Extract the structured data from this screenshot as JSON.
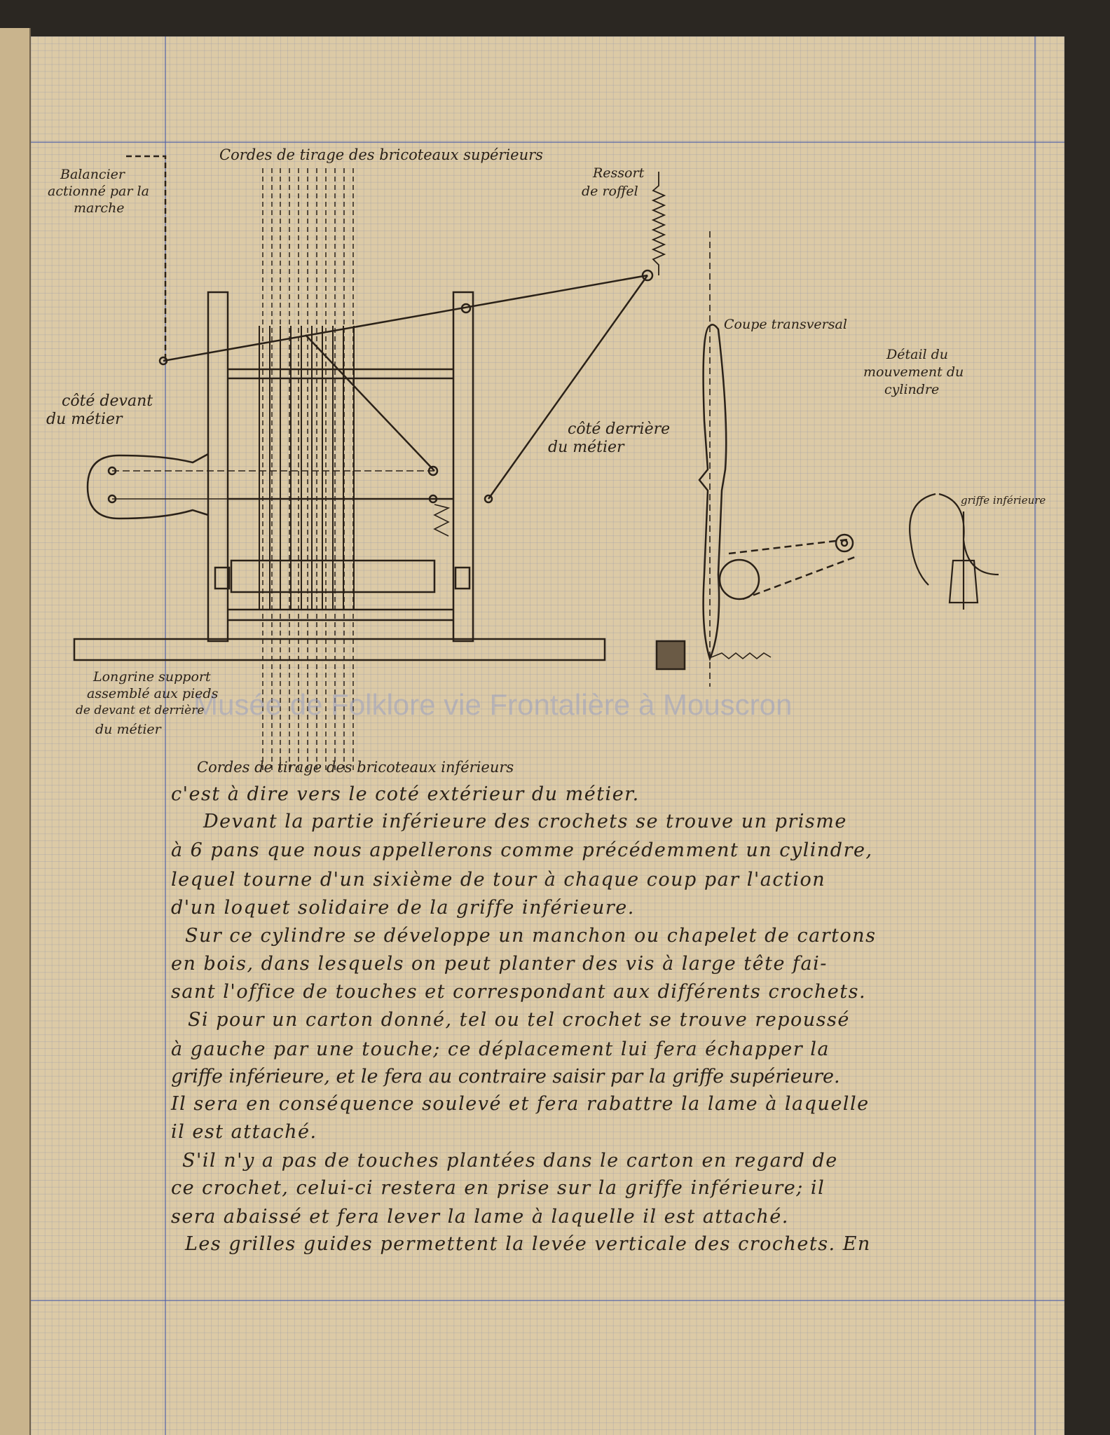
{
  "diagram": {
    "labels": {
      "top_cords": "Cordes de tirage des bricoteaux supérieurs",
      "balancier": [
        "Balancier",
        "actionné par la",
        "marche"
      ],
      "ressort": [
        "Ressort",
        "de roffel"
      ],
      "coupe": "Coupe transversal",
      "detail": [
        "Détail du",
        "mouvement du",
        "cylindre"
      ],
      "cote_devant": [
        "côté devant",
        "du métier"
      ],
      "cote_derriere": [
        "côté derrière",
        "du métier"
      ],
      "griffe": "griffe inférieure",
      "longrine": [
        "Longrine support",
        "assemblé aux pieds",
        "de devant et derrière",
        "du métier"
      ],
      "bottom_cords": "Cordes de tirage des bricoteaux inférieurs"
    }
  },
  "watermark": "Musée de Folklore vie Frontalière à Mouscron",
  "text_lines": [
    "c'est à dire vers le coté extérieur du métier.",
    "Devant la partie inférieure des crochets se trouve un prisme",
    "à 6 pans que nous appellerons comme précédemment un cylindre,",
    "lequel tourne d'un sixième de tour à chaque coup par l'action",
    "d'un loquet solidaire de la griffe inférieure.",
    "Sur ce cylindre se développe un manchon ou chapelet de cartons",
    "en bois, dans lesquels on peut planter des vis à large tête fai-",
    "sant l'office de touches et correspondant aux différents crochets.",
    "Si pour un carton donné, tel ou tel crochet se trouve repoussé",
    "à gauche par une touche; ce déplacement lui fera échapper la",
    "griffe inférieure, et le fera au contraire saisir par la griffe supérieure.",
    "Il sera en conséquence soulevé et fera rabattre la lame à laquelle",
    "il est attaché.",
    "S'il n'y a pas de touches plantées dans le carton en regard de",
    "ce crochet, celui-ci restera en prise sur la griffe inférieure; il",
    "sera abaissé et fera lever la lame à laquelle il est attaché.",
    "Les grilles guides permettent la levée verticale des crochets. En"
  ]
}
